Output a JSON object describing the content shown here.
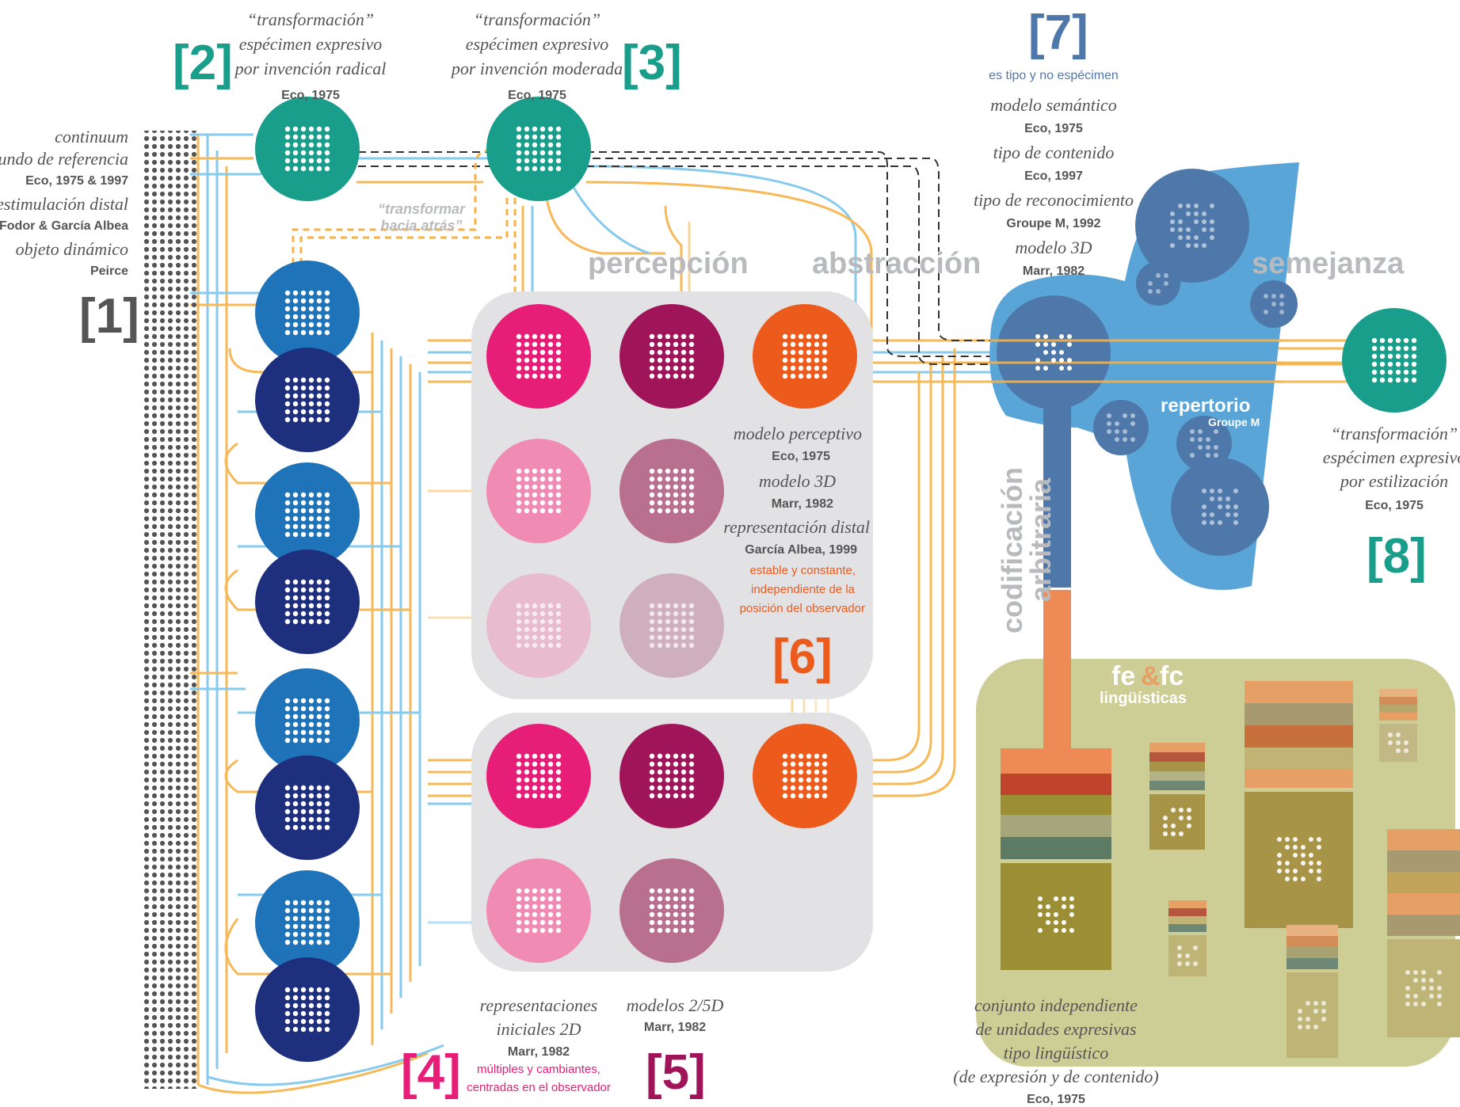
{
  "palette": {
    "teal": "#1a9e8c",
    "blue_mid": "#1f74b9",
    "blue_dark": "#1e2f7d",
    "magenta": "#e61e78",
    "wine": "#a0145a",
    "orange": "#ec5a1c",
    "pink_light": "#f08cb4",
    "mauve": "#b8708e",
    "sky": "#5aa5d7",
    "steel": "#4f78aa",
    "khaki": "#cdcd96",
    "olive": "#9b8e35",
    "gray_box": "#e2e2e4",
    "gray_text": "#b9babd",
    "line_orange": "#f7b246",
    "line_blue": "#79c5ec",
    "dark_text": "#555555"
  },
  "labels": {
    "n1": "[1]",
    "n2": "[2]",
    "n3": "[3]",
    "n4": "[4]",
    "n5": "[5]",
    "n6": "[6]",
    "n7": "[7]",
    "n8": "[8]"
  },
  "left": {
    "line1": "continuum",
    "line2": "mundo de referencia",
    "line3": "Eco, 1975 & 1997",
    "line4": "estimulación distal",
    "line5": "Fodor & García Albea",
    "line6": "objeto dinámico",
    "line7": "Peirce"
  },
  "t2": {
    "line1": "“transformación”",
    "line2": "espécimen expresivo",
    "line3": "por invención radical",
    "ref": "Eco, 1975"
  },
  "t3": {
    "line1": "“transformación”",
    "line2": "espécimen expresivo",
    "line3": "por invención moderada",
    "ref": "Eco, 1975"
  },
  "backward": {
    "line1": "“transformar",
    "line2": "hacia atrás”"
  },
  "headings": {
    "percepcion": "percepción",
    "abstraccion": "abstracción",
    "semejanza": "semejanza",
    "codificacion1": "codificación",
    "codificacion2": "arbitraria"
  },
  "t7": {
    "sub": "es tipo y no espécimen",
    "l1": "modelo semántico",
    "r1": "Eco, 1975",
    "l2": "tipo de contenido",
    "r2": "Eco, 1997",
    "l3": "tipo de reconocimiento",
    "r3": "Groupe M, 1992",
    "l4": "modelo 3D",
    "r4": "Marr, 1982"
  },
  "repertorio": {
    "title": "repertorio",
    "ref": "Groupe M"
  },
  "t8": {
    "line1": "“transformación”",
    "line2": "espécimen expresivo",
    "line3": "por estilización",
    "ref": "Eco, 1975"
  },
  "t6": {
    "l1": "modelo perceptivo",
    "r1": "Eco, 1975",
    "l2": "modelo 3D",
    "r2": "Marr, 1982",
    "l3": "representación distal",
    "r3": "García Albea, 1999",
    "n1": "estable y constante,",
    "n2": "independiente de la",
    "n3": "posición del observador"
  },
  "t4": {
    "l1": "representaciones",
    "l2": "iniciales 2D",
    "ref": "Marr, 1982",
    "n1": "múltiples y cambiantes,",
    "n2": "centradas en el observador"
  },
  "t5": {
    "l1": "modelos 2/5D",
    "ref": "Marr, 1982"
  },
  "fefc": {
    "fe": "fe",
    "amp": "&",
    "fc": "fc",
    "sub": "lingüísticas"
  },
  "ling": {
    "l1": "conjunto independiente",
    "l2": "de unidades expresivas",
    "l3": "tipo lingüístico",
    "l4": "(de expresión y de contenido)",
    "ref": "Eco, 1975"
  }
}
